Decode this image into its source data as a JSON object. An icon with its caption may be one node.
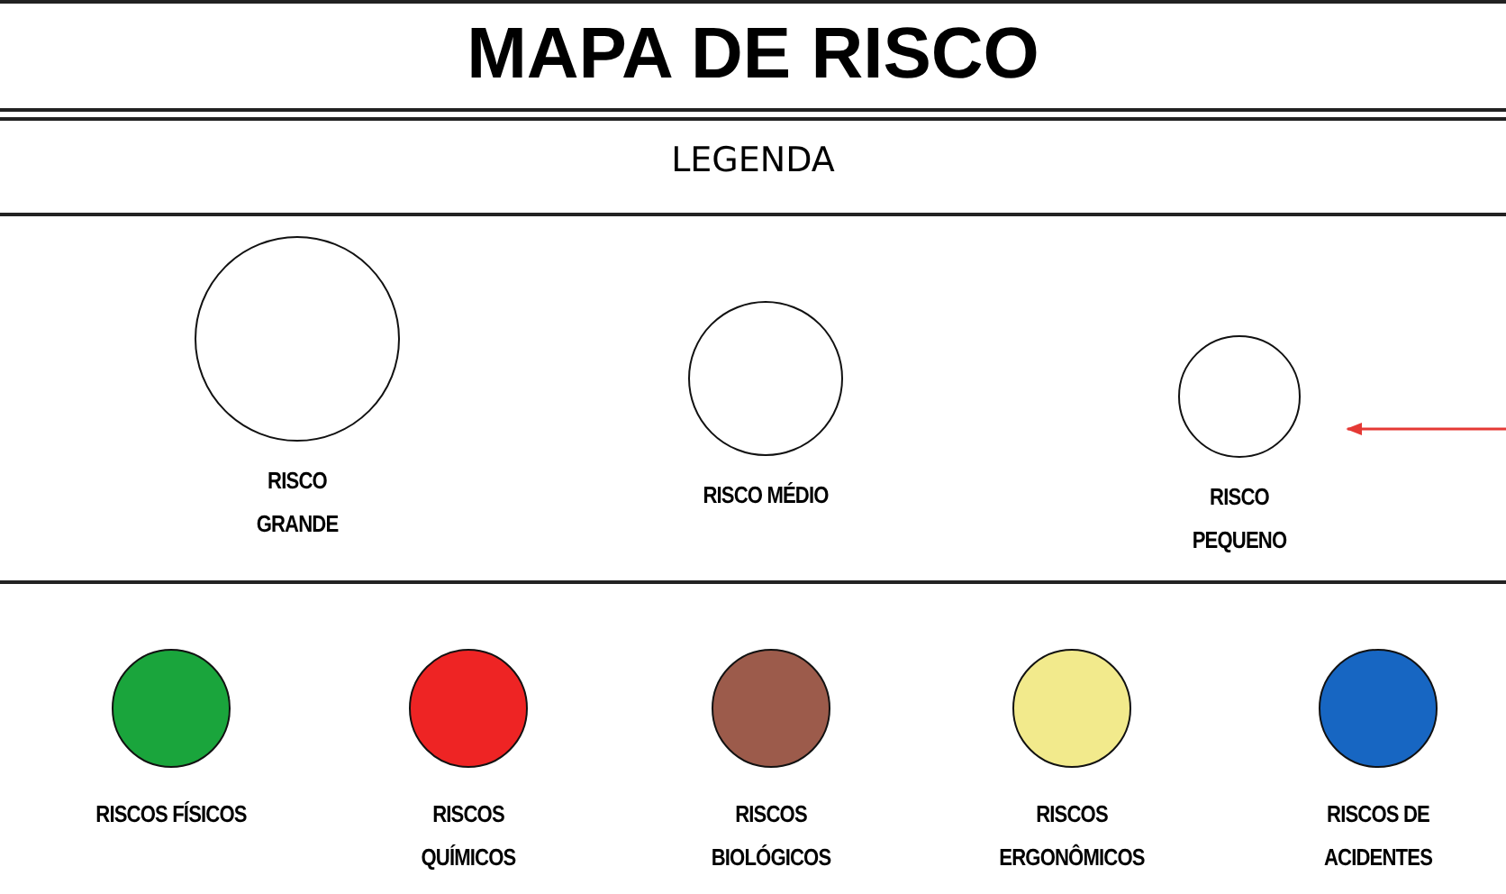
{
  "diagram": {
    "title": "MAPA DE RISCO",
    "nodes": [
      {
        "text": [
          "RISCO GRANDE"
        ]
      },
      {
        "text": [
          "RISCO MÉDIO"
        ]
      },
      {
        "text": [
          "RISCO PEQUENO"
        ]
      }
    ],
    "edges": [
      {
        "from": null,
        "to": 2,
        "arrow": "to",
        "color": "#e53935"
      }
    ],
    "labels": [
      "LEGENDA"
    ],
    "legend": [
      {
        "text": "RISCOS FÍSICOS",
        "color": "#1aa53c"
      },
      {
        "text": "RISCOS QUÍMICOS",
        "color": "#ee2424"
      },
      {
        "text": "RISCOS BIOLÓGICOS",
        "color": "#9c5b4b"
      },
      {
        "text": "RISCOS ERGONÔMICOS",
        "color": "#f2ea8c"
      },
      {
        "text": "RISCOS DE ACIDENTES",
        "color": "#1766c2"
      }
    ]
  }
}
